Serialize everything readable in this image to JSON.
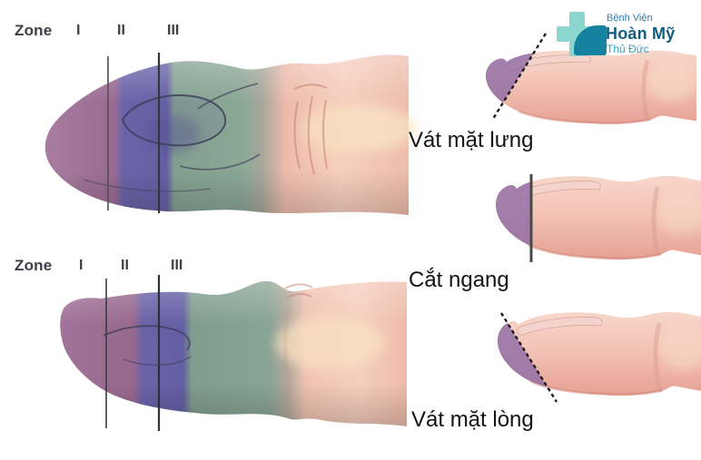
{
  "zones_top": {
    "title": "Zone",
    "zone1": "I",
    "zone2": "II",
    "zone3": "III"
  },
  "zones_bottom": {
    "title": "Zone",
    "zone1": "I",
    "zone2": "II",
    "zone3": "III"
  },
  "cut_labels": {
    "dorsal_bevel": "Vát mặt lưng",
    "transverse": "Cắt ngang",
    "volar_bevel": "Vát mặt lòng"
  },
  "logo": {
    "icon": "hospital-cross-icon",
    "hospital_type": "Bệnh Viện",
    "hospital_name": "Hoàn Mỹ",
    "branch": "Thủ Đức"
  },
  "colors": {
    "zone1_purple": "#9b6a93",
    "zone2_violet": "#6660a6",
    "zone3_teal": "#87a595",
    "flesh_pink": "#f2c3b5",
    "amputation_tip_purple": "#8e6ba6",
    "cut_line_black": "#1c1c1c",
    "logo_light_teal": "#8bd7d0",
    "logo_dark_teal": "#15839f",
    "logo_text_blue": "#2e7fb3",
    "logo_name_teal": "#115d80",
    "logo_branch_teal": "#2ea2c9"
  }
}
